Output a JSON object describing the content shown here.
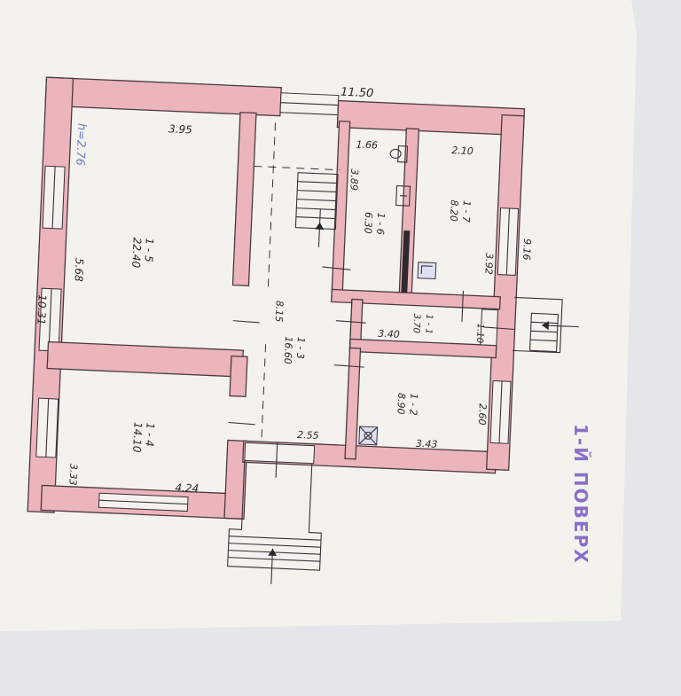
{
  "plan": {
    "height_label": "h=2.76",
    "dims": {
      "top_width": "11.50",
      "left_height": "10.31",
      "right_height": "9.16",
      "room5_width": "3.95",
      "room5_height": "5.68",
      "room6_width": "1.66",
      "room6_height": "3.89",
      "room7_width": "2.10",
      "room7_height": "3.92",
      "corridor_len": "8.15",
      "hall_width": "3.40",
      "hall_height": "1.10",
      "room2_width": "3.43",
      "room2_height": "2.60",
      "lobby_width": "2.55",
      "room4_width": "4.24",
      "room4_height": "3.33"
    },
    "rooms": [
      {
        "id": "r5",
        "code": "1 - 5",
        "area": "22.40"
      },
      {
        "id": "r3",
        "code": "1 - 3",
        "area": "16.60"
      },
      {
        "id": "r6",
        "code": "1 - 6",
        "area": "6.30"
      },
      {
        "id": "r7",
        "code": "1 - 7",
        "area": "8.20"
      },
      {
        "id": "r1",
        "code": "1 - 1",
        "area": "3.70"
      },
      {
        "id": "r2",
        "code": "1 - 2",
        "area": "8.90"
      },
      {
        "id": "r4",
        "code": "1 - 4",
        "area": "14.10"
      }
    ]
  },
  "stamp": {
    "text": "1-Й ПОВЕРХ",
    "color": "#8a6fc9"
  },
  "colors": {
    "wall": "#ecb4bb",
    "ink": "#2a2628",
    "paper": "#f4f2ec",
    "note": "#6c7ad0"
  }
}
